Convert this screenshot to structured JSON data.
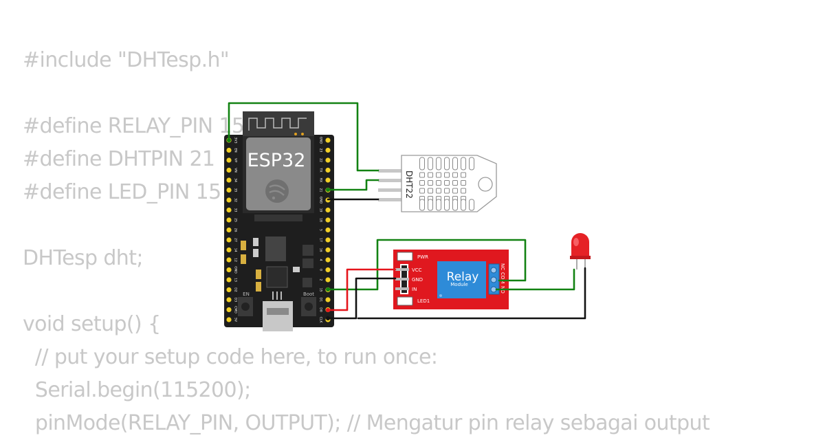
{
  "code_lines": [
    "#include \"DHTesp.h\"",
    "",
    "#define RELAY_PIN 15",
    "#define DHTPIN 21",
    "#define LED_PIN 15",
    "",
    "DHTesp dht;",
    "",
    "void setup() {",
    "  // put your setup code here, to run once:",
    "  Serial.begin(115200);",
    "  pinMode(RELAY_PIN, OUTPUT); // Mengatur pin relay sebagai output"
  ],
  "esp32": {
    "label": "ESP32",
    "btn_en": "EN",
    "btn_boot": "Boot",
    "left_pins": [
      "3V3",
      "EN",
      "VP",
      "VN",
      "34",
      "35",
      "32",
      "33",
      "25",
      "26",
      "27",
      "14",
      "12",
      "GND",
      "13",
      "D2",
      "D3",
      "CMD",
      "5V"
    ],
    "right_pins": [
      "GND",
      "23",
      "22",
      "TX",
      "RX",
      "21",
      "GND",
      "19",
      "18",
      "5",
      "17",
      "16",
      "4",
      "0",
      "2",
      "15",
      "D1",
      "D0",
      "CLK"
    ]
  },
  "dht22": {
    "label": "DHT22"
  },
  "relay": {
    "title": "Relay",
    "subtitle": "Module",
    "pin_vcc": "VCC",
    "pin_gnd": "GND",
    "pin_in": "IN",
    "led_pwr": "PWR",
    "led1": "LED1",
    "term_nc": "NC",
    "term_com": "COM",
    "term_no": "NO"
  },
  "colors": {
    "board": "#1e1e1e",
    "pin_gold": "#f2d027",
    "relay_red": "#e0181f",
    "relay_blue": "#2e8bd8",
    "wire_green": "#128212",
    "wire_red": "#e5151b",
    "wire_black": "#111111",
    "led_red": "#e52226",
    "code_text": "#c8c8c8"
  }
}
